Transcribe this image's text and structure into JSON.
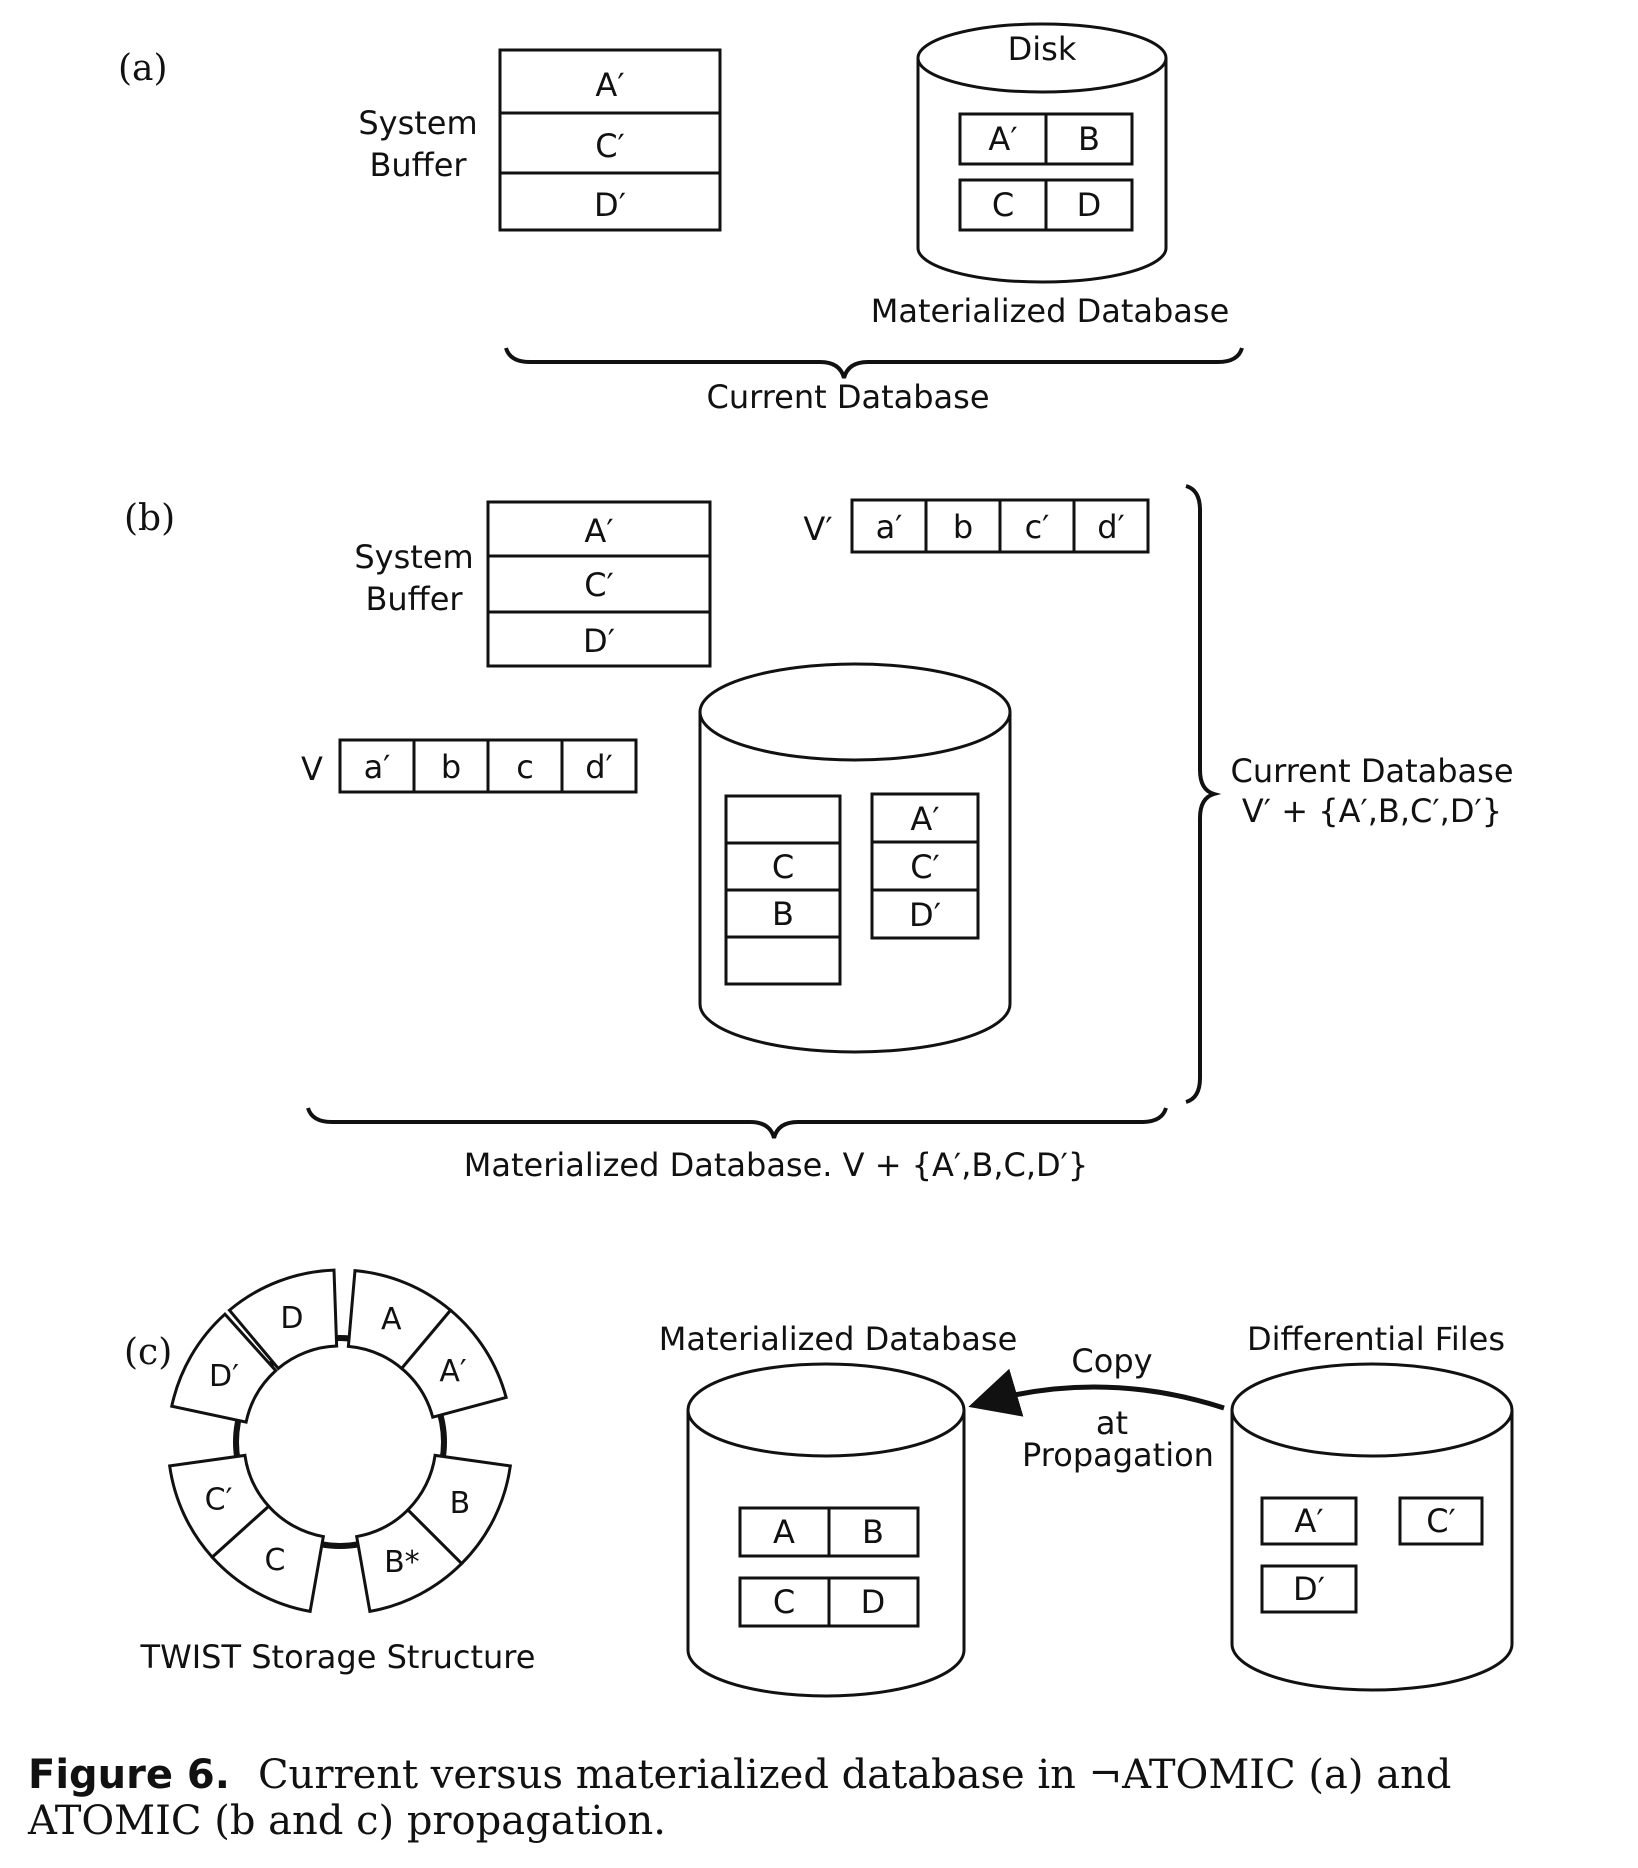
{
  "panel_a": {
    "label": "(a)",
    "buffer_label_1": "System",
    "buffer_label_2": "Buffer",
    "buffer": [
      "A′",
      "C′",
      "D′"
    ],
    "disk_label": "Disk",
    "disk_row1": [
      "A′",
      "B"
    ],
    "disk_row2": [
      "C",
      "D"
    ],
    "materialized_label": "Materialized Database",
    "current_label": "Current Database"
  },
  "panel_b": {
    "label": "(b)",
    "buffer_label_1": "System",
    "buffer_label_2": "Buffer",
    "buffer": [
      "A′",
      "C′",
      "D′"
    ],
    "v_prime_label": "V′",
    "v_prime": [
      "a′",
      "b",
      "c′",
      "d′"
    ],
    "v_label": "V",
    "v": [
      "a′",
      "b",
      "c",
      "d′"
    ],
    "disk_left": [
      "",
      "C",
      "B",
      ""
    ],
    "disk_right": [
      "A′",
      "C′",
      "D′"
    ],
    "current_label_1": "Current Database",
    "current_label_2": "V′ + {A′,B,C′,D′}",
    "materialized_label": "Materialized Database.  V + {A′,B,C,D′}"
  },
  "panel_c": {
    "label": "(c)",
    "twist_segments": [
      "D",
      "A",
      "A′",
      "B",
      "B*",
      "C",
      "C′",
      "D′"
    ],
    "twist_label": "TWIST Storage Structure",
    "materialized_label": "Materialized Database",
    "materialized_row1": [
      "A",
      "B"
    ],
    "materialized_row2": [
      "C",
      "D"
    ],
    "copy_label_1": "Copy",
    "copy_label_2": "at",
    "copy_label_3": "Propagation",
    "differential_label": "Differential Files",
    "differential": [
      "A′",
      "C′",
      "D′"
    ]
  },
  "caption": {
    "figure": "Figure 6.",
    "text": "Current versus materialized database in ¬ATOMIC (a) and ATOMIC (b and c) propagation."
  }
}
